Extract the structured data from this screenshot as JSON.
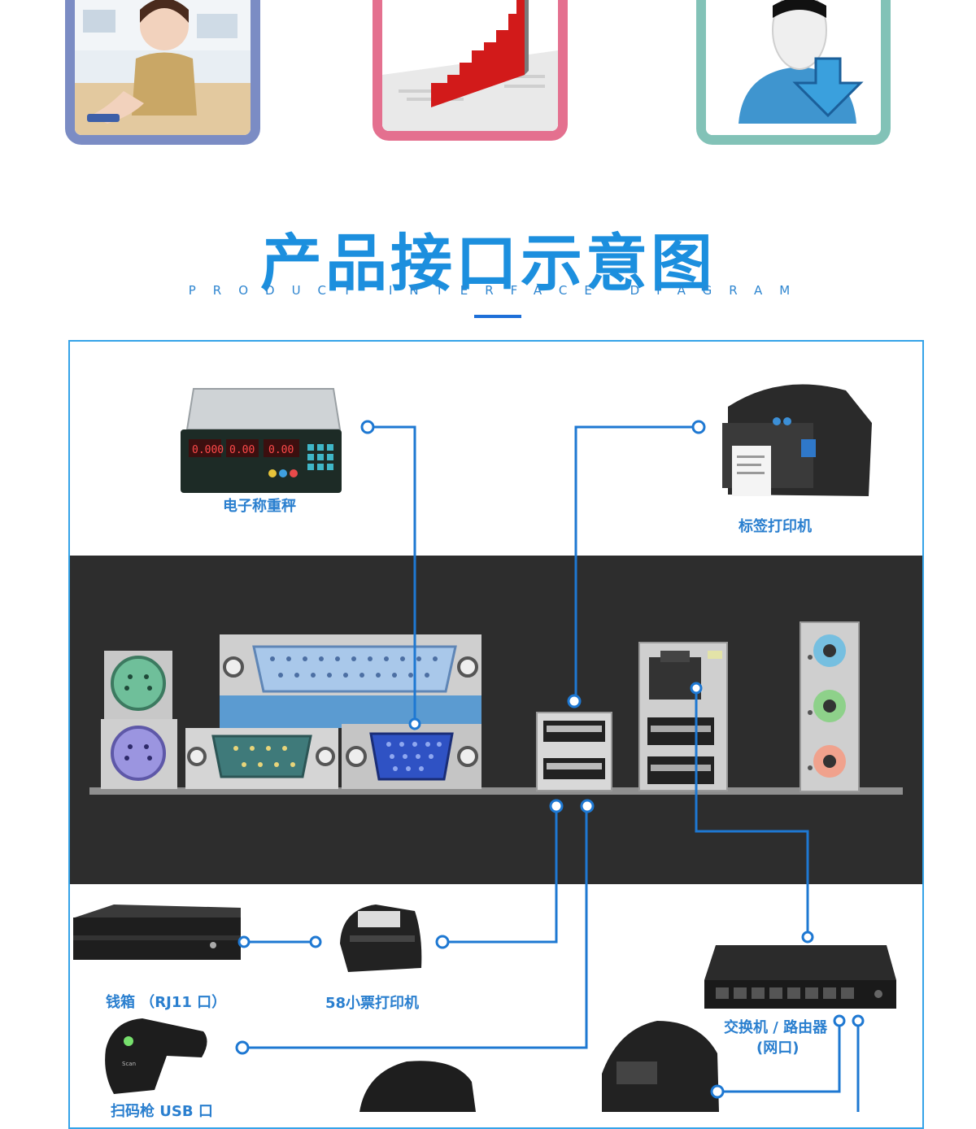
{
  "heading": {
    "title": "产品接口示意图",
    "subtitle": "PRODUCT INTERFACE DIAGRAM"
  },
  "top_images": [
    {
      "name": "cleaning-staff-photo",
      "frame_color": "#7b8cc4"
    },
    {
      "name": "performance-chart-photo",
      "frame_color": "#e4708f"
    },
    {
      "name": "user-download-icon",
      "frame_color": "#82c2b7"
    }
  ],
  "devices": {
    "scale": "电子称重秤",
    "label_printer": "标签打印机",
    "cash_drawer": "钱箱 （RJ11 口）",
    "receipt_printer": "58小票打印机",
    "switch_router_line1": "交换机 / 路由器",
    "switch_router_line2": "(网口)",
    "scanner": "扫码枪 USB 口"
  },
  "colors": {
    "accent": "#1c8fde",
    "wire": "#1e78d2",
    "panel": "#2d2d2d",
    "border": "#35a3e8"
  }
}
